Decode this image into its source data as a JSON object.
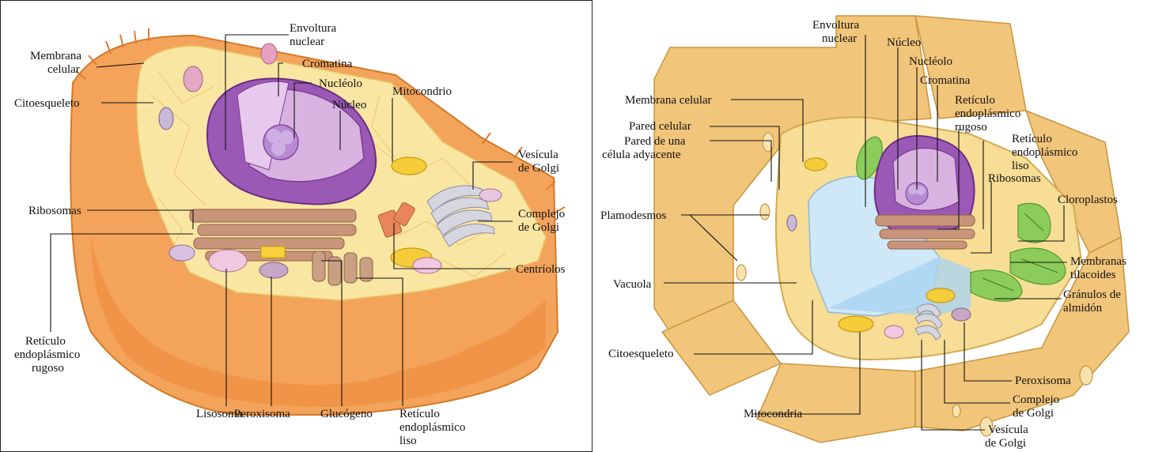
{
  "colors": {
    "membrane_orange": "#f0a050",
    "cytoplasm_yellow": "#f9e6a2",
    "nucleus_purple": "#9b59b6",
    "nucleus_inner": "#d9b3e0",
    "nucleolus": "#b58ad1",
    "er_brown": "#c9957a",
    "golgi_gray": "#c8c8d4",
    "wall_tan": "#f1c57a",
    "chloroplast_green": "#8ccc5a",
    "vacuole_blue": "#cfe8f7",
    "mito_yellow": "#f5cc3a",
    "label_ink": "#111111"
  },
  "animal": {
    "labels": {
      "membrana": [
        "Membrana",
        "celular"
      ],
      "citoesqueleto": [
        "Citoesqueleto"
      ],
      "envoltura": [
        "Envoltura",
        "nuclear"
      ],
      "cromatina": [
        "Cromatina"
      ],
      "nucleolo": [
        "Nucléolo"
      ],
      "nucleo": [
        "Núcleo"
      ],
      "mitocondrio": [
        "Mitocondrio"
      ],
      "vesicula": [
        "Vesícula",
        "de Golgi"
      ],
      "complejo": [
        "Complejo",
        "de Golgi"
      ],
      "centriolos": [
        "Centríolos"
      ],
      "ribosomas": [
        "Ribosomas"
      ],
      "rer": [
        "Retículo",
        "endoplásmico",
        "rugoso"
      ],
      "lisosoma": [
        "Lisosoma"
      ],
      "peroxisoma": [
        "Peroxisoma"
      ],
      "glucogeno": [
        "Glucógeno"
      ],
      "rel": [
        "Retículo",
        "endoplásmico",
        "liso"
      ]
    }
  },
  "plant": {
    "labels": {
      "envoltura": [
        "Envoltura",
        "nuclear"
      ],
      "nucleo": [
        "Núcleo"
      ],
      "nucleolo": [
        "Nucléolo"
      ],
      "cromatina": [
        "Cromatina"
      ],
      "rer": [
        "Retículo",
        "endoplásmico",
        "rugoso"
      ],
      "rel": [
        "Retículo",
        "endoplásmico",
        "liso"
      ],
      "ribosomas": [
        "Ribosomas"
      ],
      "membrana": [
        "Membrana celular"
      ],
      "pared": [
        "Pared celular"
      ],
      "pared_adyacente": [
        "Pared de una",
        "célula adyacente"
      ],
      "plamodesmos": [
        "Plamodesmos"
      ],
      "cloroplastos": [
        "Cloroplastos"
      ],
      "tilacoides": [
        "Membranas",
        "tilacoides"
      ],
      "almidon": [
        "Gránulos de",
        "almidón"
      ],
      "vacuola": [
        "Vacuola"
      ],
      "citoesqueleto": [
        "Citoesqueleto"
      ],
      "peroxisoma": [
        "Peroxisoma"
      ],
      "complejo": [
        "Complejo",
        "de Golgi"
      ],
      "mitocondria": [
        "Mitocondria"
      ],
      "vesicula": [
        "Vesícula",
        "de Golgi"
      ]
    }
  }
}
